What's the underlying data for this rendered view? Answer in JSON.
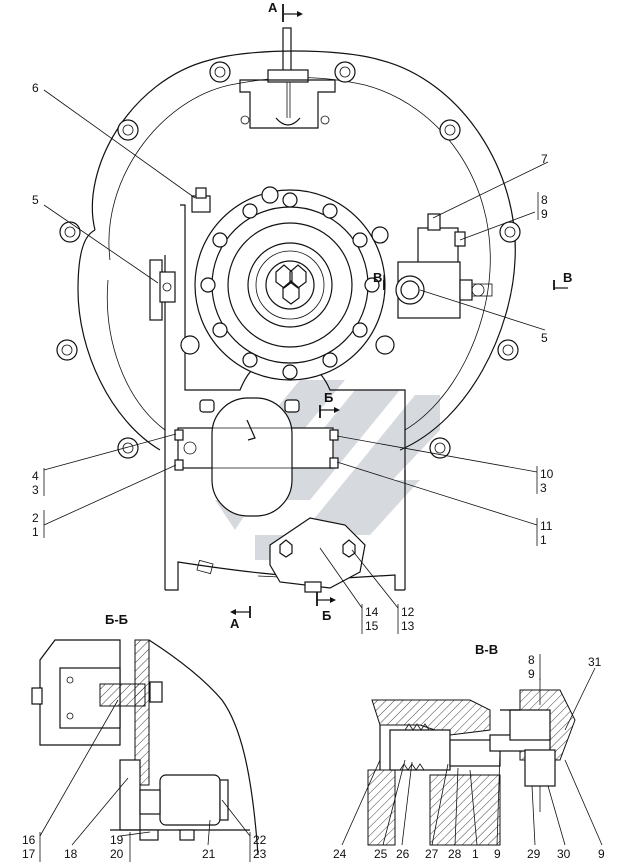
{
  "section_marks": {
    "a_top": "А",
    "a_bottom": "А",
    "b_main": "Б",
    "b_bottom": "Б",
    "v_left": "В",
    "v_right": "В"
  },
  "section_titles": {
    "b_b": "Б-Б",
    "v_v": "В-В"
  },
  "main_labels": {
    "l6": "6",
    "l5_left": "5",
    "l7": "7",
    "l8": "8",
    "l9": "9",
    "l5_right": "5",
    "l4": "4",
    "l3_left": "3",
    "l2": "2",
    "l1_left": "1",
    "l10": "10",
    "l3_right": "3",
    "l11": "11",
    "l1_right": "1",
    "l14": "14",
    "l15": "15",
    "l12": "12",
    "l13": "13"
  },
  "bb_labels": {
    "l16": "16",
    "l17": "17",
    "l18": "18",
    "l19": "19",
    "l20": "20",
    "l21": "21",
    "l22": "22",
    "l23": "23"
  },
  "vv_labels": {
    "l8": "8",
    "l9_top": "9",
    "l31": "31",
    "l24": "24",
    "l25": "25",
    "l26": "26",
    "l27": "27",
    "l28": "28",
    "l1": "1",
    "l9_a": "9",
    "l29": "29",
    "l30": "30",
    "l9_b": "9"
  },
  "colors": {
    "line": "#111111",
    "watermark": "#c9ced4",
    "background": "#ffffff"
  }
}
